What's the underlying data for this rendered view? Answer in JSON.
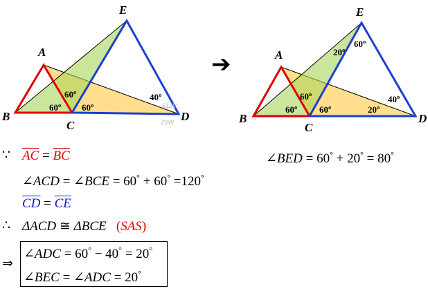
{
  "left_figure": {
    "points": {
      "A": "A",
      "B": "B",
      "C": "C",
      "D": "D",
      "E": "E"
    },
    "angles": {
      "a1": "60º",
      "a2": "60º",
      "a3": "60º",
      "a4": "40º"
    },
    "watermark": {
      "w1": "612V",
      "w2": "Z6W"
    }
  },
  "right_figure": {
    "points": {
      "A": "A",
      "B": "B",
      "C": "C",
      "D": "D",
      "E": "E"
    },
    "angles": {
      "a1": "20º",
      "a2": "60º",
      "a3": "60º",
      "a4": "60º",
      "a5": "60º",
      "a6": "20º",
      "a7": "40º"
    }
  },
  "arrow": "➔",
  "proof": {
    "because": "∵",
    "therefore": "∴",
    "implies": "⇒",
    "l1": {
      "ac": "AC",
      "eq": " = ",
      "bc": "BC"
    },
    "l2": {
      "a": "∠ACD",
      "eq1": " = ",
      "b": "∠BCE",
      "eq2": " = 60",
      "d1": "°",
      "plus": " + 60",
      "d2": "°",
      "res": " =120",
      "d3": "°"
    },
    "l3": {
      "cd": "CD",
      "eq": " = ",
      "ce": "CE"
    },
    "l4": {
      "t1": "ΔACD",
      "cong": " ≅ ",
      "t2": "ΔBCE",
      "open": "   (",
      "sas": "SAS",
      "close": ")"
    },
    "l5": {
      "a": "∠ADC",
      "eq": " = 60",
      "d1": "°",
      "minus": " − 40",
      "d2": "°",
      "res": " = 20",
      "d3": "°"
    },
    "l6": {
      "a": "∠BEC",
      "eq": " = ",
      "b": "∠ADC",
      "res": " = 20",
      "d": "°"
    }
  },
  "result": {
    "a": "∠BED",
    "eq": " = 60",
    "d1": "°",
    "plus": " + 20",
    "d2": "°",
    "res": " = 80",
    "d3": "°"
  }
}
